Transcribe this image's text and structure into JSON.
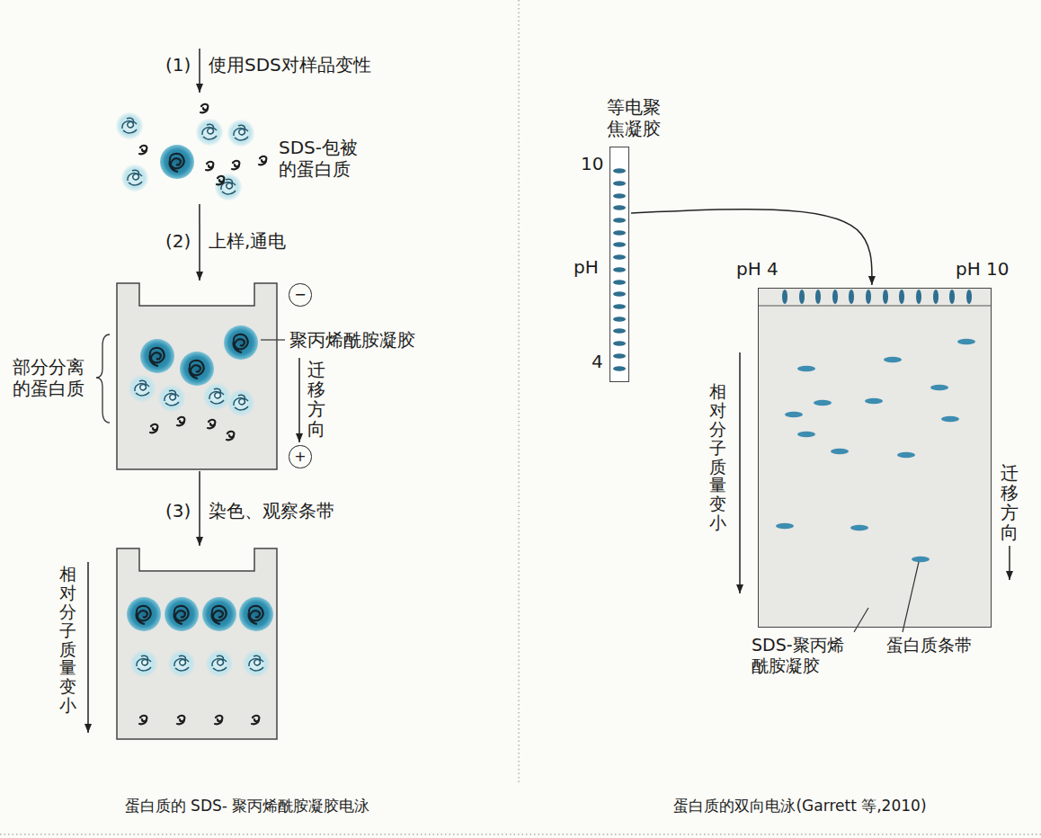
{
  "diagram": {
    "nodes": [
      {
        "text": [
          "SDS-包被 的蛋白质"
        ]
      },
      {
        "text": [
          "聚丙烯酰胺凝胶"
        ]
      },
      {
        "text": [
          "−"
        ]
      },
      {
        "text": [
          "+"
        ]
      },
      {
        "text": [
          "相对分子质量变小"
        ]
      },
      {
        "text": [
          "等电聚焦凝胶"
        ]
      },
      {
        "text": [
          "pH 4",
          "pH 10"
        ]
      }
    ],
    "edges": [
      {
        "from": 0,
        "to": 1,
        "label": "上样,通电",
        "arrow": "to"
      },
      {
        "from": 1,
        "to": 4,
        "label": "染色、观察条带",
        "arrow": "to"
      },
      {
        "from": 5,
        "to": 6,
        "arrow": "to"
      }
    ],
    "labels": [
      "(1)",
      "使用SDS对样品变性",
      "(2)",
      "部分分离 的蛋白质",
      "迁移方向",
      "(3)",
      "10",
      "pH",
      "4",
      "相对分子质量变小",
      "迁移方向",
      "SDS-聚丙烯酰胺凝胶",
      "蛋白质条带",
      "蛋白质的 SDS- 聚丙烯酰胺凝胶电泳",
      "蛋白质的双向电泳(Garrett 等,2010)"
    ]
  }
}
